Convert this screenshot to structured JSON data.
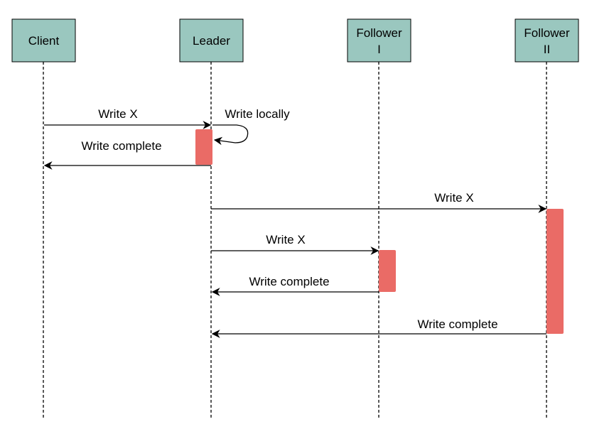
{
  "colors": {
    "actor_fill": "#9ac7bf",
    "activation_fill": "#ea6b66",
    "line": "#000000"
  },
  "participants": [
    {
      "id": "client",
      "lines": [
        "Client"
      ]
    },
    {
      "id": "leader",
      "lines": [
        "Leader"
      ]
    },
    {
      "id": "follower-1",
      "lines": [
        "Follower",
        "I"
      ]
    },
    {
      "id": "follower-2",
      "lines": [
        "Follower",
        "II"
      ]
    }
  ],
  "messages": [
    {
      "from": "client",
      "to": "leader",
      "label": "Write X"
    },
    {
      "from": "leader",
      "to": "leader",
      "label": "Write locally",
      "self": true
    },
    {
      "from": "leader",
      "to": "client",
      "label": "Write complete"
    },
    {
      "from": "leader",
      "to": "follower-2",
      "label": "Write X"
    },
    {
      "from": "leader",
      "to": "follower-1",
      "label": "Write X"
    },
    {
      "from": "follower-1",
      "to": "leader",
      "label": "Write complete"
    },
    {
      "from": "follower-2",
      "to": "leader",
      "label": "Write complete"
    }
  ]
}
